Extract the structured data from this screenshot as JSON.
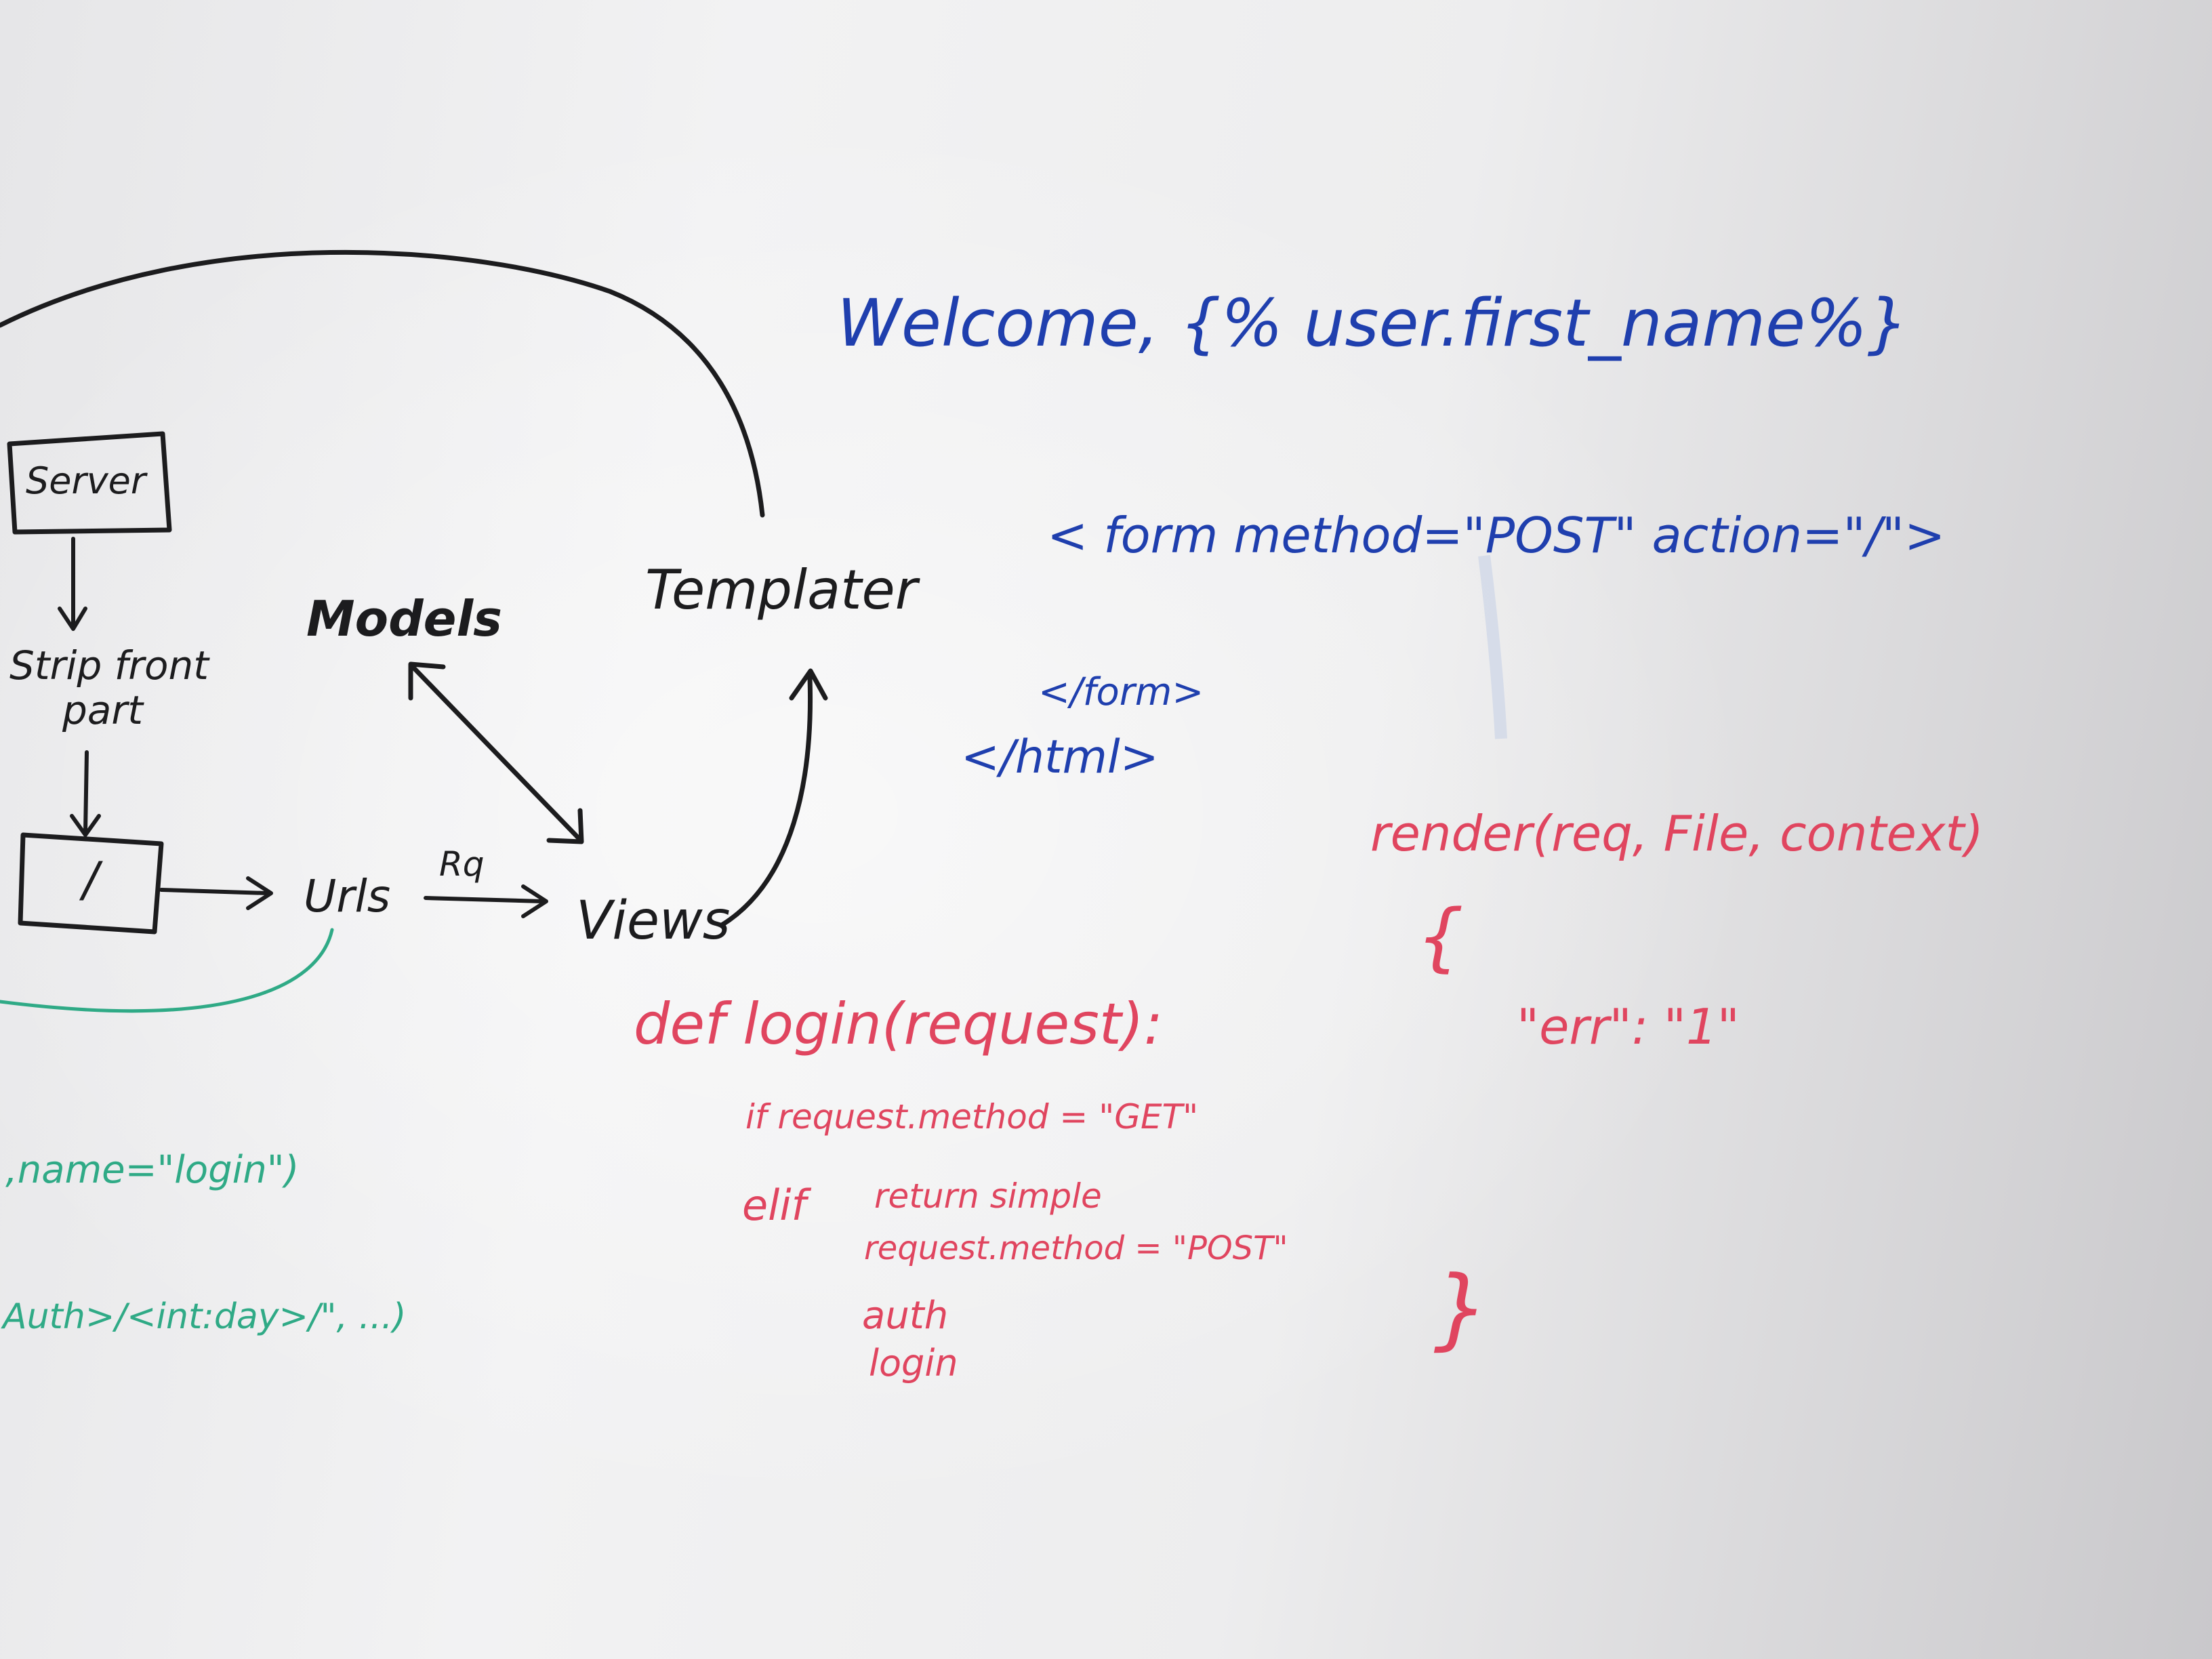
{
  "colors": {
    "black_marker": "#1c1c1e",
    "blue_marker": "#1f3fae",
    "red_marker": "#e0455f",
    "green_marker": "#2faa86"
  },
  "diagram": {
    "server": "Server",
    "strip": "Strip front",
    "strip_2": "part",
    "slash_box": "/",
    "urls": "Urls",
    "rq": "Rq",
    "views": "Views",
    "models": "Models",
    "templater": "Templater"
  },
  "blue_code": {
    "welcome": "Welcome, {% user.first_name%}",
    "form_open": "< form method=\"POST\" action=\"/\">",
    "form_close": "</form>",
    "html_close": "</html>"
  },
  "red_code": {
    "def_line": "def login(request):",
    "if_line": "if request.method = \"GET\"",
    "return_line": "return simple",
    "elif": "elif",
    "elif_cond": "request.method = \"POST\"",
    "auth": "auth",
    "login": "login",
    "render": "render(req, File, context)",
    "brace_open": "{",
    "err": "\"err\": \"1\"",
    "brace_close": "}"
  },
  "green_code": {
    "line1": ",name=\"login\")",
    "line2": "Auth>/<int:day>/\", ...)"
  }
}
